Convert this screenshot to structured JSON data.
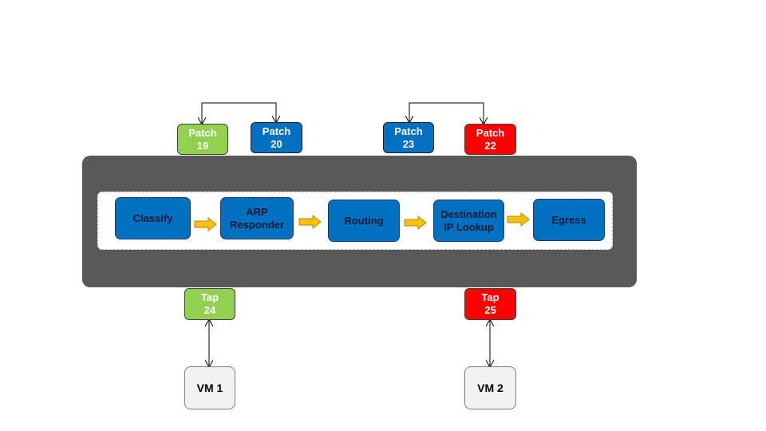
{
  "ports": {
    "patch19": {
      "label": "Patch\n19",
      "color": "#92d050"
    },
    "patch20": {
      "label": "Patch\n20",
      "color": "#0070c0"
    },
    "patch23": {
      "label": "Patch\n23",
      "color": "#0070c0"
    },
    "patch22": {
      "label": "Patch\n22",
      "color": "#ff0000"
    },
    "tap24": {
      "label": "Tap\n24",
      "color": "#92d050"
    },
    "tap25": {
      "label": "Tap\n25",
      "color": "#ff0000"
    }
  },
  "pipeline": {
    "stages": [
      {
        "label": "Classify"
      },
      {
        "label": "ARP\nResponder"
      },
      {
        "label": "Routing"
      },
      {
        "label": "Destination\nIP Lookup"
      },
      {
        "label": "Egress"
      }
    ]
  },
  "vms": {
    "vm1": {
      "label": "VM 1"
    },
    "vm2": {
      "label": "VM 2"
    }
  },
  "colors": {
    "bridge": "#595959",
    "stage": "#0070c0",
    "arrow": "#ffc000"
  }
}
